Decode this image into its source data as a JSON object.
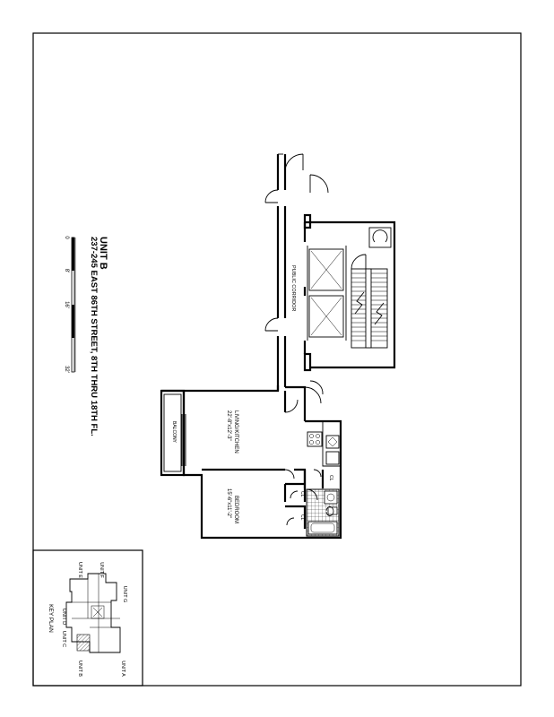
{
  "title": {
    "unit": "UNIT B",
    "address": "237-245 EAST 86TH STREET, 8TH THRU 18TH FL."
  },
  "scale_bar": {
    "ticks": [
      "0",
      "8'",
      "16'",
      "32'"
    ]
  },
  "rooms": {
    "living_name": "LIVING/KITCHEN",
    "living_dims": "22'-8\"x12'-3\"",
    "bedroom_name": "BEDROOM",
    "bedroom_dims": "15'-6\"x11'-2\"",
    "balcony": "BALCONY",
    "corridor": "PUBLIC CORRIDOR",
    "closet": "CL"
  },
  "key_plan": {
    "title": "KEY PLAN",
    "units": [
      "UNIT A",
      "UNIT B",
      "UNIT C",
      "UNIT D",
      "UNIT E",
      "UNIT F",
      "UNIT G"
    ]
  },
  "colors": {
    "ink": "#000000",
    "paper": "#ffffff",
    "hatch": "#555555"
  }
}
